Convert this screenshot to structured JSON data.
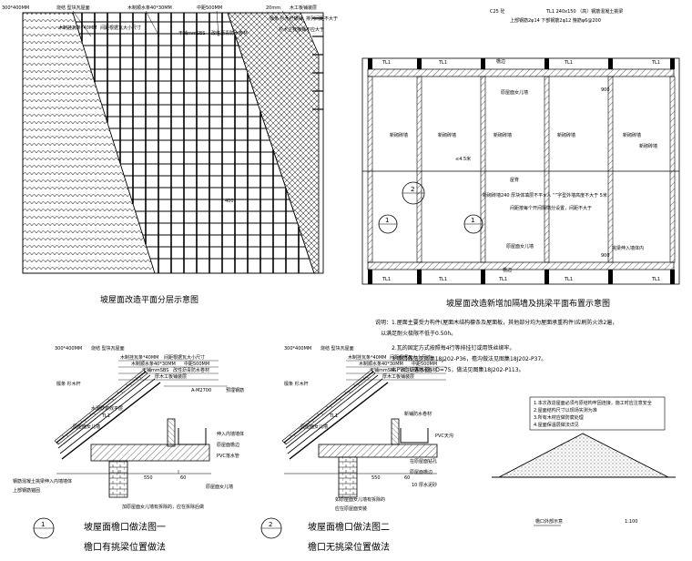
{
  "panel1": {
    "title": "坡屋面改造平面分层示意图",
    "labels": {
      "tile": "300*400MM",
      "tile_type": "烧结 型块瓦屋面",
      "batten": "木制挂瓦条*40MM",
      "spacing": "间距根据瓦大小尺寸",
      "strip": "木制顺水条40*30MM",
      "mid_dist": "中距500MM",
      "sbs": "干铺mmSBS",
      "waterproof": "改性沥青防水卷材",
      "board": "木工板铺装层",
      "purlin": "檩条 杉木杆横铺",
      "purlin_note": "排列间距不大于",
      "rafter": "杉木立杆横铺不应大于",
      "dim_top": "20mm",
      "dim_400": "400"
    }
  },
  "panel2": {
    "title": "坡屋面改造新增加隔墙及挑梁平面布置示意图",
    "tl_header": "TL1  240x150  （高）钢筋混凝土挑梁",
    "rebar_line1": "上部钢筋2φ14  下部钢筋2φ12  箍筋φ6@200",
    "concrete": "C25 砼",
    "tl": "TL1",
    "labels": {
      "beam_edge": "檐边",
      "parapet_top": "原屋面女儿墙",
      "new_wall": "新砌砖墙",
      "ridge": "屋脊",
      "dim_4500": "≤4.5米",
      "wall_240": "新砌砖墙240  厚块体填层不平×人 “”字型外墙高度不大于  5米",
      "wall_note": "间距按每个开间隔墙分设置，间距不大于",
      "parapet_bottom": "原屋面女儿墙",
      "beam_install": "挑梁伸入墙体内",
      "dim_900": "900",
      "eave": "檐边"
    },
    "circle1": "①",
    "circle2": "②"
  },
  "notes": {
    "title": "说明：",
    "lines": [
      "1.屋面主要受力构件(屋面木结构檩条及屋面板，其他部分均为屋面承重构件)应刷防火涂2遍，",
      "以满足耐火极限不低于0.50h。",
      "2.瓦的固定方式按照每4行等排挂钉或用铁丝绑牢。",
      "3.檐口做法见图集18J202-P36，檐沟做法见图集18J202-P37。",
      "4.PVC-U落水管，D=75，做法见图集18J202-P113。"
    ]
  },
  "detail1": {
    "title": "坡屋面檐口做法图一",
    "subtitle": "檐口有挑梁位置做法",
    "number": "1",
    "labels": {
      "tile": "300*400MM",
      "tile_type": "烧结 型块瓦屋面",
      "batten": "木制挂瓦条*40MM",
      "spacing": "间距根据瓦大小尺寸",
      "strip": "木制顺水条40*30MM",
      "mid": "中距500MM",
      "sbs": "干铺mmSBS",
      "waterproof": "改性沥青防水卷材",
      "board": "厚木工板铺装层",
      "purlin": "檩条 杉木杆",
      "tl1": "TL1",
      "mortar": "水泥砂浆找平层",
      "parapet": "原屋面女儿墙",
      "gutter": "A-M2700",
      "rebar": "预埋钢筋",
      "beam_in": "伸入内墙墙体",
      "wall_edge": "原屋面檐边",
      "pvc": "PVC落水管",
      "dim_550": "550",
      "dim_60": "60",
      "hatch_note": "钢筋混凝土挑梁伸入内墙墙体",
      "foot_note": "上部钢筋锚固",
      "brace_note": "加原屋面女儿墙有拆除的，应在拆除后做",
      "wall_bottom": "原屋面女儿墙"
    }
  },
  "detail2": {
    "title": "坡屋面檐口做法图二",
    "subtitle": "檐口无挑梁位置做法",
    "number": "2",
    "labels": {
      "tile": "300*400MM",
      "tile_type": "烧结 型块瓦屋面",
      "batten": "木制挂瓦条*40MM",
      "spacing": "间距根据瓦大小尺寸",
      "strip": "木制顺水条40*30MM",
      "mid": "中距500MM",
      "sbs": "干铺mmSBS",
      "waterproof": "改性沥青防水卷材",
      "board": "厚木工板铺装层",
      "purlin": "檩条 杉木杆",
      "tl1": "TL1",
      "parapet": "原屋面女儿墙",
      "waterproof_new": "新铺防水卷材",
      "gutter": "PVC天沟",
      "bolt": "在原屋面钻孔",
      "edge": "原屋面檐边",
      "dim_550": "550",
      "dim_60": "60",
      "cap": "10 厚水泥砂",
      "old_wall": "如原屋面女儿墙有拆除的",
      "old_wall2": "应在原屋面安装"
    }
  },
  "detail3": {
    "title": "檐口外部示意",
    "scale": "1:100",
    "notes": [
      "1.本次改造屋面必须与原结构牢固连接，施工时应注意安全",
      "2.屋面结构尺寸以现场实测为准",
      "3.所有木材应做防腐处理",
      "4.屋面保温层做法详见"
    ]
  }
}
